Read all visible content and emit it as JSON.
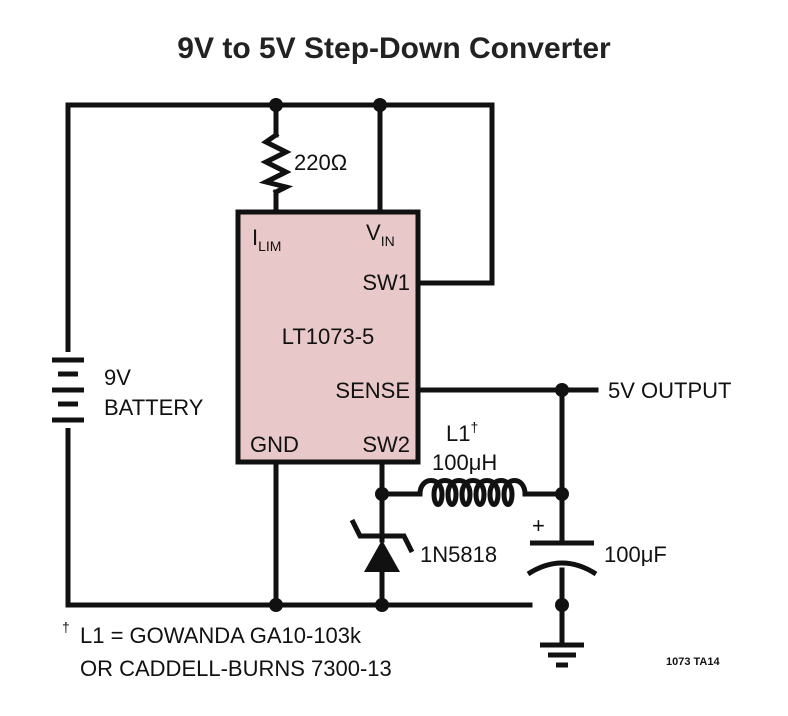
{
  "title": "9V to 5V Step-Down Converter",
  "chip": {
    "name": "LT1073-5",
    "fill": "#e8c8c8",
    "pins": {
      "ilim_main": "I",
      "ilim_sub": "LIM",
      "vin_main": "V",
      "vin_sub": "IN",
      "sw1": "SW1",
      "sense": "SENSE",
      "gnd": "GND",
      "sw2": "SW2"
    }
  },
  "resistor": {
    "value": "220Ω"
  },
  "battery": {
    "line1": "9V",
    "line2": "BATTERY"
  },
  "output": {
    "label": "5V OUTPUT"
  },
  "inductor": {
    "ref": "L1",
    "dagger": "†",
    "value": "100μH"
  },
  "diode": {
    "part": "1N5818"
  },
  "capacitor": {
    "value": "100μF",
    "polarity": "+"
  },
  "footnote": {
    "dagger": "†",
    "line1": "L1 = GOWANDA GA10-103k",
    "line2": "OR CADDELL-BURNS 7300-13"
  },
  "figure_id": "1073 TA14"
}
